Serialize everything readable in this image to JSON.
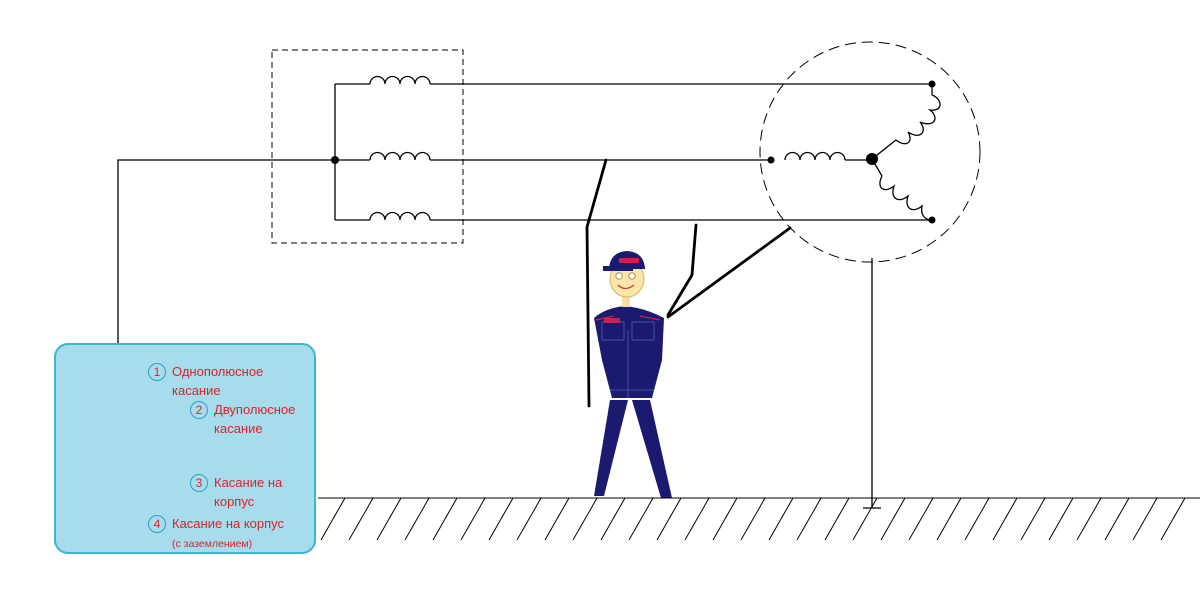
{
  "legend": {
    "items": [
      {
        "number": "1",
        "line1": "Однополюсное",
        "line2": "касание"
      },
      {
        "number": "2",
        "line1": "Двуполюсное",
        "line2": "касание"
      },
      {
        "number": "3",
        "line1": "Касание на",
        "line2": "корпус"
      },
      {
        "number": "4",
        "line1": "Касание на корпус",
        "line2": "(с заземлением)"
      }
    ]
  },
  "colors": {
    "panel_bg": "#a6dcec",
    "panel_border": "#3bb4d0",
    "label_text": "#e0202a",
    "uniform": "#1a1a6e",
    "uniform_trim": "#d0204a",
    "switch": "#2aa3c6"
  },
  "icons": [
    "transformer-inductor-icon",
    "motor-inductor-icon",
    "person-icon",
    "ground-hatch-icon"
  ]
}
